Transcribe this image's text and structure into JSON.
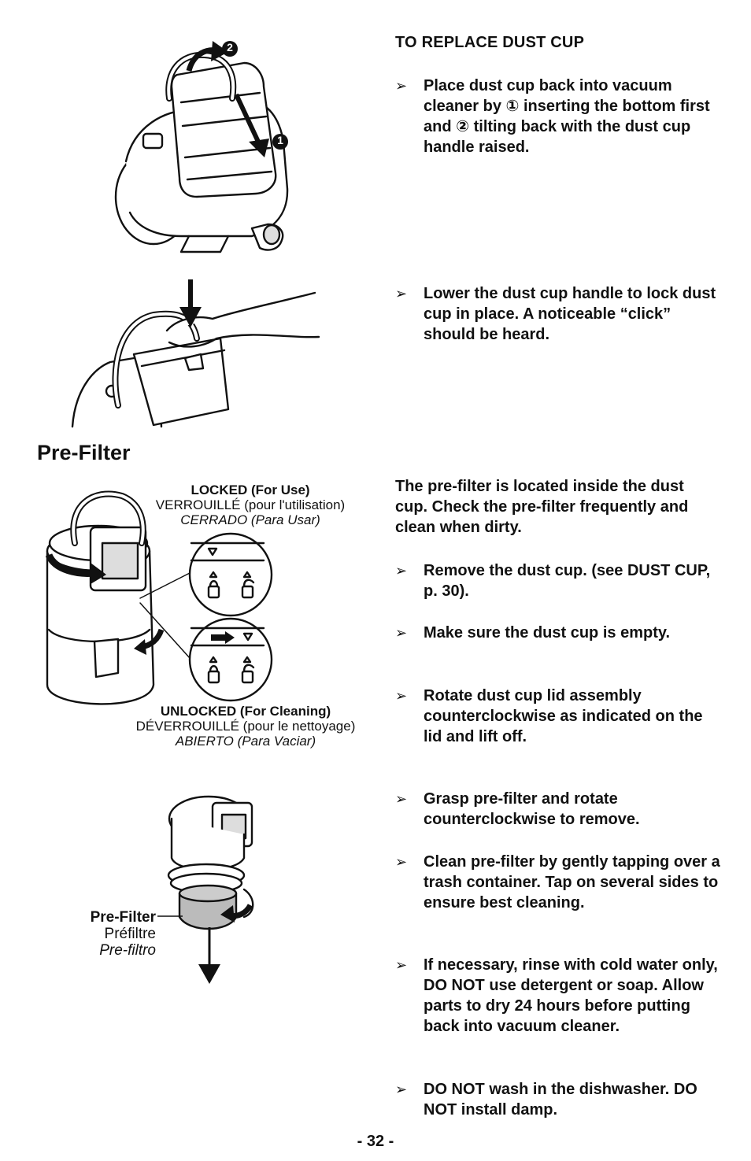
{
  "replace": {
    "title": "TO REPLACE DUST CUP",
    "bullets": [
      "Place dust cup back into vacuum cleaner by ① inserting the bottom first and ② tilting back with the dust cup handle raised.",
      "Lower the dust cup handle to lock dust cup in place.  A noticeable “click” should be heard."
    ],
    "fig1_step_labels": [
      "1",
      "2"
    ]
  },
  "prefilter": {
    "heading": "Pre-Filter",
    "intro": "The pre-filter is located inside the dust cup.  Check the pre-filter frequently and clean when dirty.",
    "bullets": [
      "Remove the dust cup. (see DUST CUP, p. 30).",
      "Make sure the dust cup is empty.",
      "Rotate dust cup lid assembly counterclockwise as indicated on the lid and lift off.",
      "Grasp pre-filter and rotate counterclockwise to remove.",
      "Clean pre-filter by gently tapping over a trash container. Tap on several sides to ensure best cleaning.",
      "If necessary, rinse with cold water only, DO NOT use detergent or soap. Allow parts to dry 24 hours before putting back into vacuum cleaner.",
      "DO NOT wash in the dishwasher. DO NOT install damp."
    ],
    "locked": {
      "en": "LOCKED (For Use)",
      "fr": "VERROUILLÉ (pour l'utilisation)",
      "es": "CERRADO (Para Usar)"
    },
    "unlocked": {
      "en": "UNLOCKED (For Cleaning)",
      "fr": "DÉVERROUILLÉ (pour le nettoyage)",
      "es": "ABIERTO (Para Vaciar)"
    },
    "part_label": {
      "en": "Pre-Filter",
      "fr": "Préfiltre",
      "es": "Pre-filtro"
    }
  },
  "bullet_marker": "➢",
  "page_number": "- 32 -"
}
